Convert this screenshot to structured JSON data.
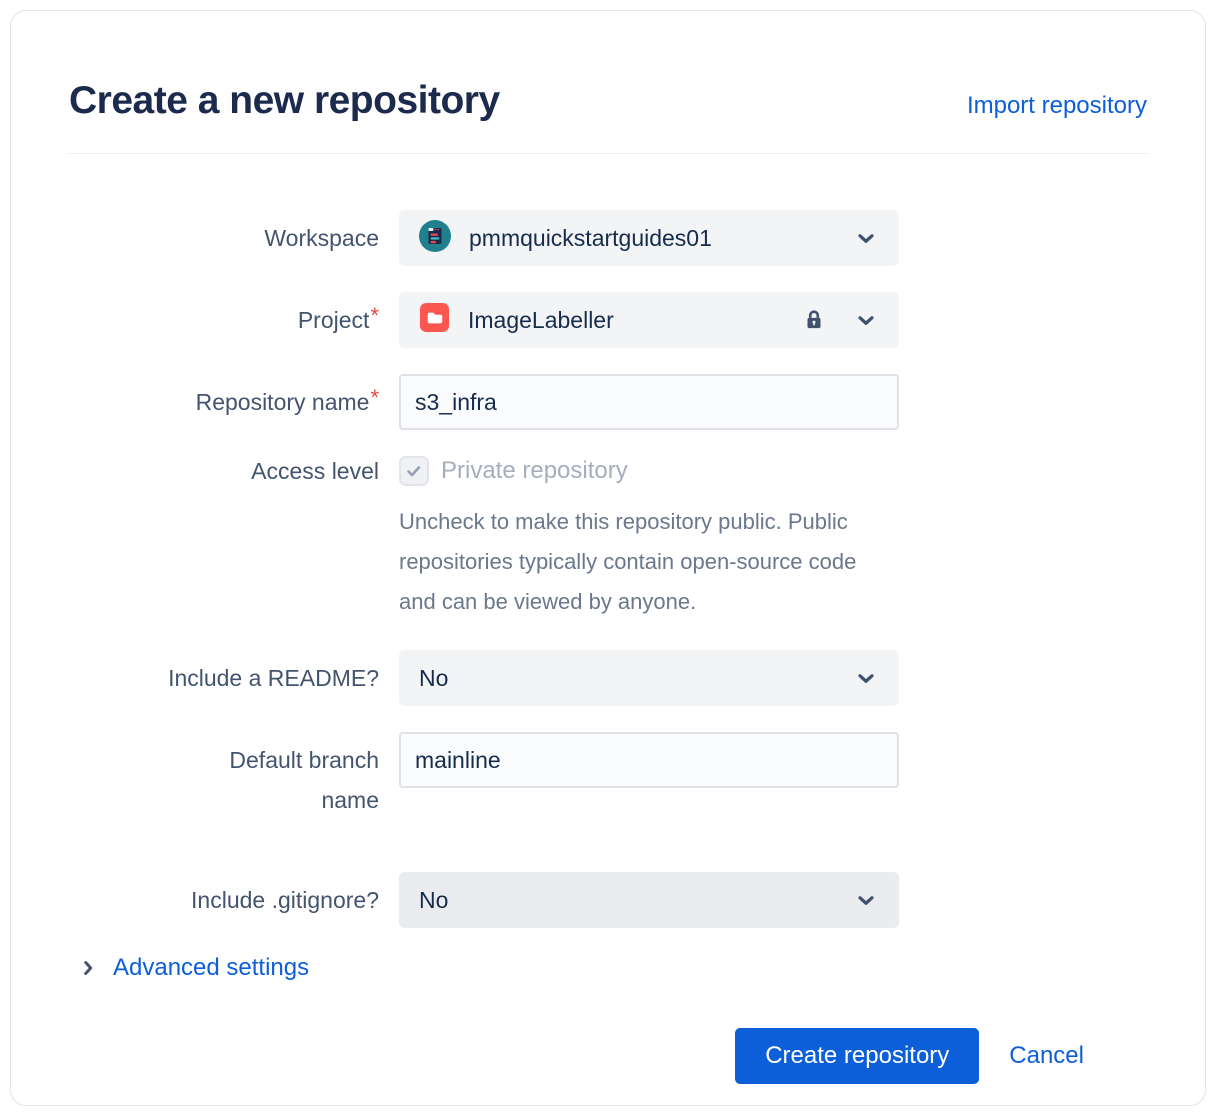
{
  "dialog": {
    "title": "Create a new repository",
    "import_link": "Import repository"
  },
  "form": {
    "workspace": {
      "label": "Workspace",
      "value": "pmmquickstartguides01"
    },
    "project": {
      "label": "Project",
      "required_marker": "*",
      "value": "ImageLabeller"
    },
    "repository_name": {
      "label": "Repository name",
      "required_marker": "*",
      "value": "s3_infra"
    },
    "access_level": {
      "label": "Access level",
      "checkbox_label": "Private repository",
      "checkbox_checked": true,
      "help_text": "Uncheck to make this repository public. Public repositories typically contain open-source code and can be viewed by anyone."
    },
    "readme": {
      "label": "Include a README?",
      "value": "No"
    },
    "default_branch": {
      "label": "Default branch name",
      "value": "mainline"
    },
    "gitignore": {
      "label": "Include .gitignore?",
      "value": "No"
    },
    "advanced_settings": {
      "label": "Advanced settings"
    }
  },
  "footer": {
    "create_label": "Create repository",
    "cancel_label": "Cancel"
  },
  "colors": {
    "accent_blue": "#0C5FD9",
    "title_text": "#1C2B4D",
    "label_text": "#44546F",
    "required_red": "#E2483D",
    "avatar_teal": "#20808D",
    "project_red": "#FB564F",
    "disabled_text": "#A6AEBB",
    "help_text": "#6B778C"
  }
}
